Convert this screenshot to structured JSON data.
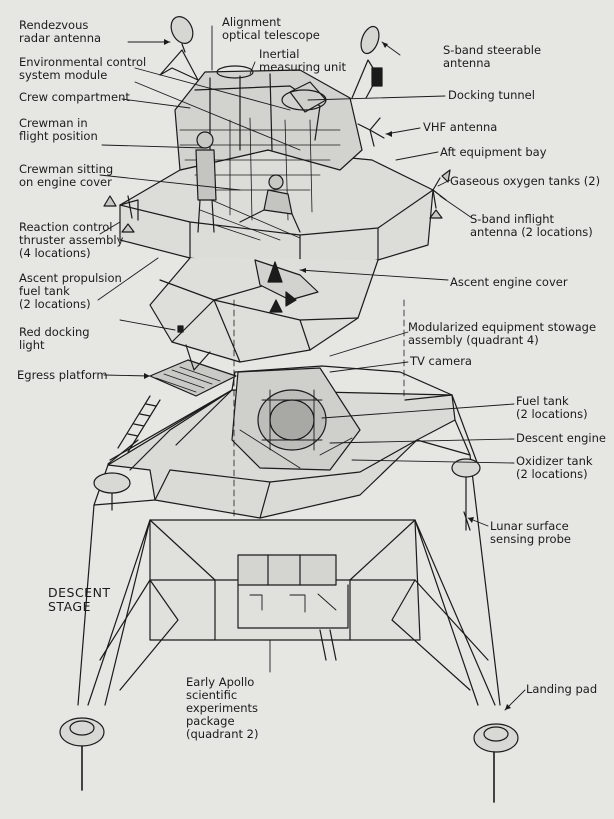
{
  "labels": {
    "rendezvous_radar": [
      "Rendezvous",
      "radar antenna"
    ],
    "alignment_telescope": [
      "Alignment",
      "optical telescope"
    ],
    "inertial_unit": [
      "Inertial",
      "measuring unit"
    ],
    "ecs_module": [
      "Environmental control",
      "system module"
    ],
    "crew_compartment": [
      "Crew compartment"
    ],
    "crewman_flight": [
      "Crewman in",
      "flight position"
    ],
    "crewman_sitting": [
      "Crewman sitting",
      "on engine cover"
    ],
    "rcs_thruster": [
      "Reaction control",
      "thruster assembly",
      "(4 locations)"
    ],
    "ascent_fuel_tank": [
      "Ascent propulsion",
      "fuel tank",
      "(2 locations)"
    ],
    "red_docking_light": [
      "Red docking",
      "light"
    ],
    "egress_platform": [
      "Egress platform"
    ],
    "sband_steerable": [
      "S-band steerable",
      "antenna"
    ],
    "docking_tunnel": [
      "Docking tunnel"
    ],
    "vhf_antenna": [
      "VHF antenna"
    ],
    "aft_bay": [
      "Aft equipment bay"
    ],
    "gox_tanks": [
      "Gaseous oxygen tanks (2)"
    ],
    "sband_inflight": [
      "S-band inflight",
      "antenna (2 locations)"
    ],
    "ascent_engine_cover": [
      "Ascent engine cover"
    ],
    "mesa": [
      "Modularized equipment stowage",
      "assembly (quadrant 4)"
    ],
    "tv_camera": [
      "TV camera"
    ],
    "fuel_tank": [
      "Fuel tank",
      "(2 locations)"
    ],
    "descent_engine": [
      "Descent engine"
    ],
    "oxidizer_tank": [
      "Oxidizer tank",
      "(2 locations)"
    ],
    "probe": [
      "Lunar surface",
      "sensing probe"
    ],
    "descent_stage": [
      "DESCENT",
      "STAGE"
    ],
    "alsep": [
      "Early Apollo",
      "scientific",
      "experiments",
      "package",
      "(quadrant 2)"
    ],
    "landing_pad": [
      "Landing pad"
    ]
  },
  "colors": {
    "background": "#e6e6e3",
    "ink": "#1b1b1b"
  }
}
